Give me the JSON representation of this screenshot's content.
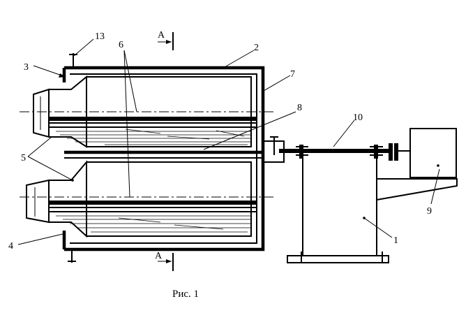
{
  "figure": {
    "caption": "Рис. 1",
    "section_mark": "A",
    "labels": {
      "l1": "1",
      "l2": "2",
      "l3": "3",
      "l4": "4",
      "l5": "5",
      "l6": "6",
      "l7": "7",
      "l8": "8",
      "l9": "9",
      "l10": "10",
      "l13": "13"
    }
  }
}
